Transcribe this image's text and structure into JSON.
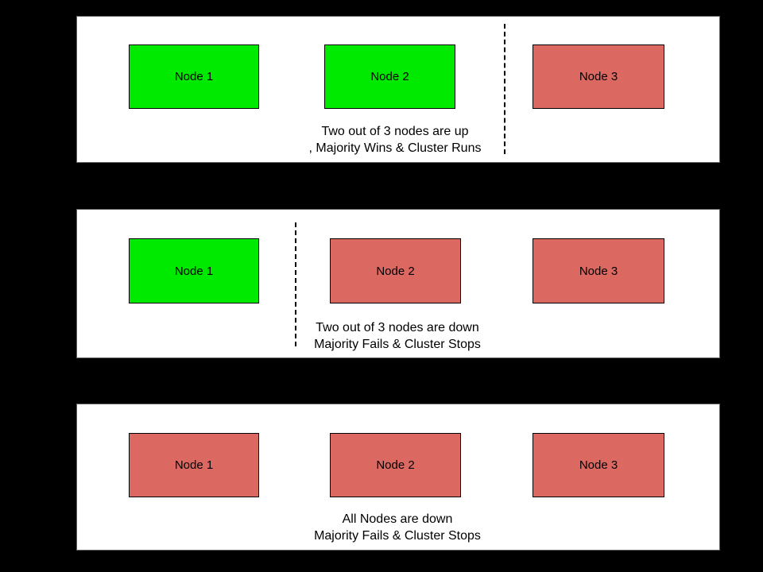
{
  "colors": {
    "node_up": "#00ea00",
    "node_down": "#db6962",
    "panel_background": "#ffffff",
    "page_background": "#000000",
    "divider": "#000000"
  },
  "panels": [
    {
      "name": "two-nodes-up",
      "nodes": [
        {
          "label": "Node 1",
          "status": "up"
        },
        {
          "label": "Node 2",
          "status": "up"
        },
        {
          "label": "Node 3",
          "status": "down"
        }
      ],
      "caption": {
        "line1": "Two out of 3 nodes are up",
        "line2": ", Majority Wins & Cluster Runs"
      },
      "divider_between": "Node 2 and Node 3"
    },
    {
      "name": "two-nodes-down",
      "nodes": [
        {
          "label": "Node 1",
          "status": "up"
        },
        {
          "label": "Node 2",
          "status": "down"
        },
        {
          "label": "Node 3",
          "status": "down"
        }
      ],
      "caption": {
        "line1": "Two out of 3 nodes are down",
        "line2": "Majority Fails & Cluster Stops"
      },
      "divider_between": "Node 1 and Node 2"
    },
    {
      "name": "all-nodes-down",
      "nodes": [
        {
          "label": "Node 1",
          "status": "down"
        },
        {
          "label": "Node 2",
          "status": "down"
        },
        {
          "label": "Node 3",
          "status": "down"
        }
      ],
      "caption": {
        "line1": "All Nodes are down",
        "line2": "Majority Fails & Cluster Stops"
      },
      "divider_between": null
    }
  ]
}
